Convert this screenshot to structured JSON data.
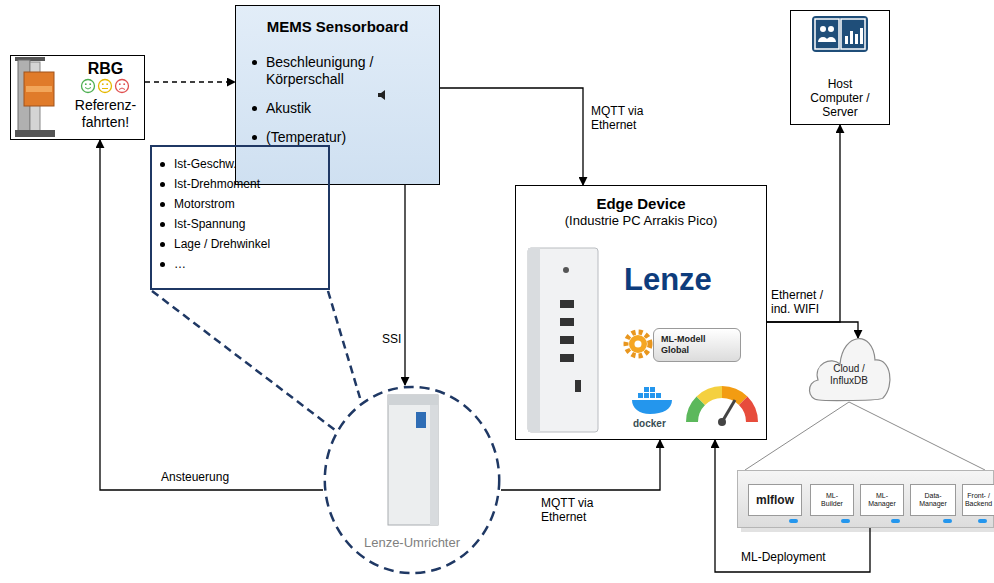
{
  "diagram": {
    "nodes": [
      {
        "text": [
          "RBG",
          "Referenz- fahrten!"
        ]
      },
      {
        "text": [
          "MEMS Sensorboard",
          "Beschleunigung / Körperschall",
          "Akustik",
          "(Temperatur)"
        ]
      },
      {
        "text": [
          "Host Computer / Server"
        ]
      },
      {
        "text": [
          "Ist-Geschw.",
          "Ist-Drehmoment",
          "Motorstrom",
          "Ist-Spannung",
          "Lage / Drehwinkel",
          "…"
        ]
      },
      {
        "text": [
          "Edge Device",
          "(Industrie PC Arrakis Pico)",
          "Lenze",
          "docker"
        ]
      },
      {
        "text": [
          "ML-Modell Global"
        ],
        "in": 4
      },
      {
        "text": [
          "Lenze-Umrichter"
        ]
      },
      {
        "text": [
          "Cloud / InfluxDB"
        ]
      },
      {
        "text": []
      },
      {
        "text": [
          "mlflow"
        ],
        "in": 8
      },
      {
        "text": [
          "ML- Builder"
        ],
        "in": 8
      },
      {
        "text": [
          "ML- Manager"
        ],
        "in": 8
      },
      {
        "text": [
          "Data- Manager"
        ],
        "in": 8
      },
      {
        "text": [
          "Front- / Backend"
        ],
        "in": 8
      }
    ],
    "edges": [
      {
        "from": 0,
        "to": 1,
        "arrow": "to"
      },
      {
        "from": 1,
        "to": 4,
        "label": "MQTT via Ethernet",
        "arrow": "to"
      },
      {
        "from": 1,
        "to": 6,
        "label": "SSI",
        "arrow": "to"
      },
      {
        "from": 6,
        "to": 0,
        "label": "Ansteuerung",
        "arrow": "to"
      },
      {
        "from": 6,
        "to": 4,
        "label": "MQTT via Ethernet",
        "arrow": "to"
      },
      {
        "from": 4,
        "to": 7,
        "label": "Ethernet / ind. WIFI",
        "arrow": "to"
      },
      {
        "from": 4,
        "to": 2,
        "arrow": "to"
      },
      {
        "from": 8,
        "to": 4,
        "label": "ML-Deployment",
        "arrow": "to"
      },
      {
        "from": 7,
        "to": 8,
        "arrow": "none"
      }
    ]
  }
}
